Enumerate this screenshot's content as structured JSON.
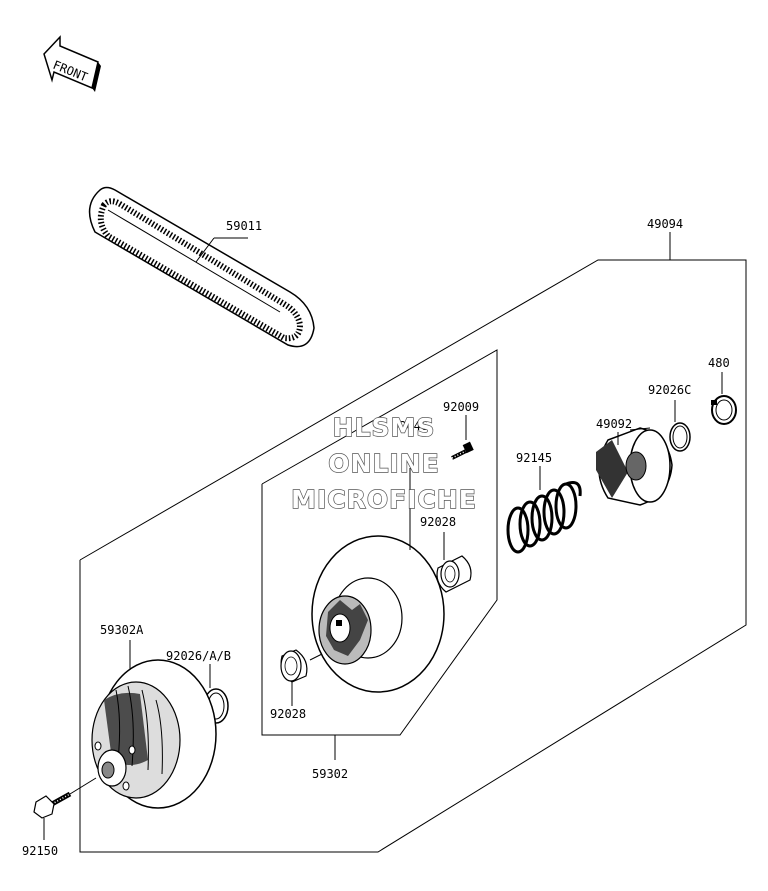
{
  "direction_label": "FRONT",
  "watermark": {
    "line1": "HLSMS",
    "line2": "ONLINE",
    "line3": "MICROFICHE",
    "overlap_code": "92046"
  },
  "parts": {
    "belt": "59011",
    "driven_pulley_assy": "49094",
    "cam": "49092",
    "ring_480": "480",
    "o_ring_c": "92026C",
    "spring": "92145",
    "bolt_small": "92009",
    "bushing_upper": "92028",
    "bushing_lower": "92028",
    "sheave_fixed": "59302",
    "sheave_movable": "59302A",
    "o_ring_ab": "92026/A/B",
    "bolt_flange": "92150"
  }
}
